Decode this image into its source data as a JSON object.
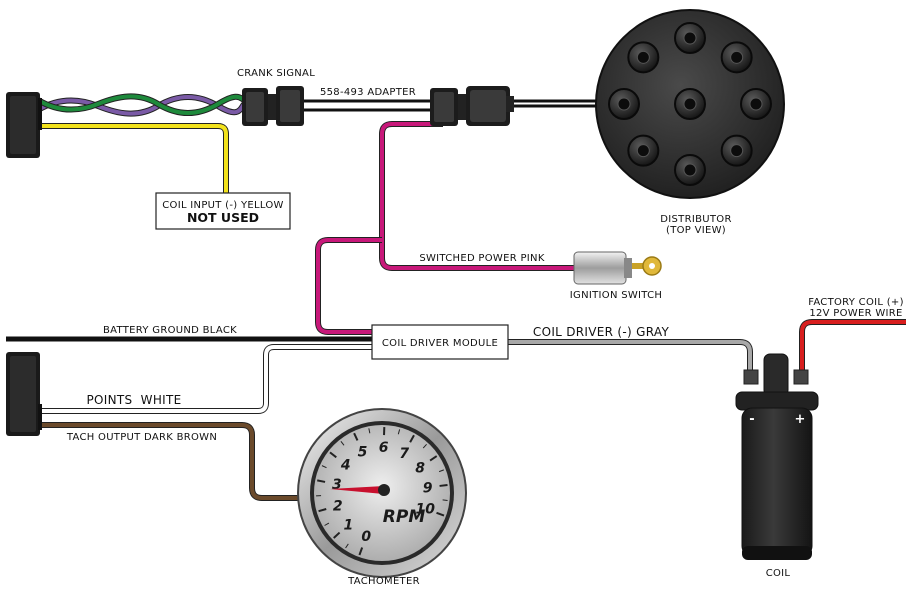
{
  "labels": {
    "crank_signal": "CRANK SIGNAL",
    "adapter": "558-493 ADAPTER",
    "coil_input_line1": "COIL INPUT (-) YELLOW",
    "coil_input_line2": "NOT USED",
    "distributor_line1": "DISTRIBUTOR",
    "distributor_line2": "(TOP VIEW)",
    "switched_power": "SWITCHED POWER PINK",
    "ignition_switch": "IGNITION SWITCH",
    "factory_coil_line1": "FACTORY COIL (+)",
    "factory_coil_line2": "12V POWER WIRE",
    "battery_ground": "BATTERY GROUND BLACK",
    "coil_driver_module": "COIL DRIVER MODULE",
    "coil_driver_gray": "COIL DRIVER (-) GRAY",
    "points_white": "POINTS  WHITE",
    "tach_output": "TACH OUTPUT DARK BROWN",
    "tachometer": "TACHOMETER",
    "coil": "COIL",
    "coil_minus": "-",
    "coil_plus": "+"
  },
  "tachometer_dial": {
    "numbers": [
      "0",
      "1",
      "2",
      "3",
      "4",
      "5",
      "6",
      "7",
      "8",
      "9",
      "10"
    ],
    "unit": "RPM"
  },
  "colors": {
    "green": "#1e8a3c",
    "purple": "#7a5aa6",
    "yellow": "#f2e21c",
    "pink": "#c8187a",
    "black": "#111111",
    "gray": "#9a9a9a",
    "brown": "#6b4a2b",
    "red": "#d81e1e"
  }
}
